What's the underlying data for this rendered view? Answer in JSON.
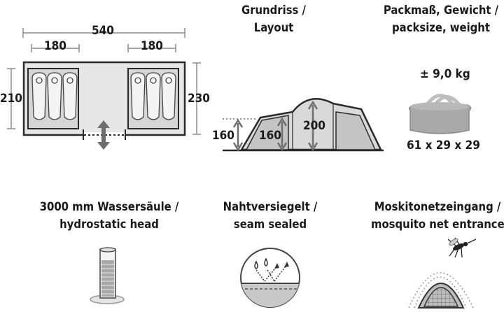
{
  "floorplan": {
    "total_width": "540",
    "cabin_left_width": "180",
    "cabin_right_width": "180",
    "depth_left": "210",
    "depth_right": "230"
  },
  "layout": {
    "title_line1": "Grundriss /",
    "title_line2": "Layout",
    "height_outer": "160",
    "height_cabin": "160",
    "height_center": "200"
  },
  "pack": {
    "title_line1": "Packmaß, Gewicht /",
    "title_line2": "packsize, weight",
    "weight": "± 9,0 kg",
    "dimensions": "61 x 29 x 29"
  },
  "features": [
    {
      "line1": "3000 mm Wassersäule /",
      "line2": "hydrostatic head",
      "icon": "water-column-icon"
    },
    {
      "line1": "Nahtversiegelt /",
      "line2": "seam sealed",
      "icon": "seam-sealed-icon"
    },
    {
      "line1": "Moskitonetzeingang /",
      "line2": "mosquito net entrance",
      "icon": "mosquito-net-icon"
    }
  ],
  "colors": {
    "floor_fill": "#e6e6e6",
    "cabin_fill": "#d9d9d9",
    "line": "#8a8a8a",
    "tent_fill": "#cfcfcf"
  }
}
